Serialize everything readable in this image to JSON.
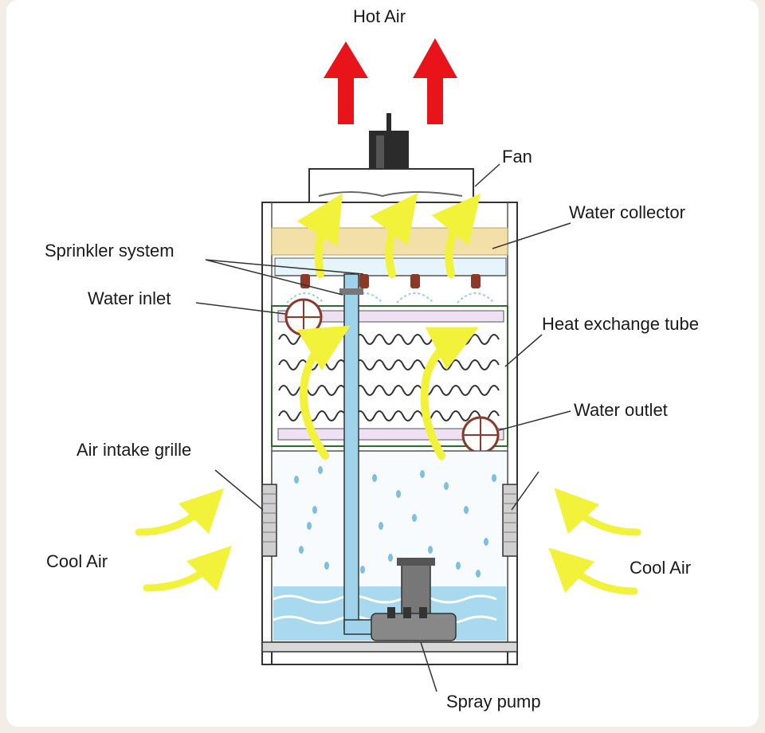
{
  "labels": {
    "hot_air": "Hot Air",
    "fan": "Fan",
    "water_collector": "Water collector",
    "sprinkler_system": "Sprinkler system",
    "water_inlet": "Water inlet",
    "heat_exchange_tube": "Heat exchange tube",
    "water_outlet": "Water outlet",
    "air_intake_grille": "Air intake grille",
    "cool_air_left": "Cool Air",
    "cool_air_right": "Cool Air",
    "spray_pump": "Spray pump"
  },
  "colors": {
    "hot_air_arrow": "#e8141a",
    "air_flow_arrow": "#f2f23a",
    "water": "#a9d9ee",
    "water_drop": "#7cbfe0",
    "media_pad": "#f3dfa8",
    "tube_band": "#cfa8dc",
    "outline": "#333333"
  }
}
